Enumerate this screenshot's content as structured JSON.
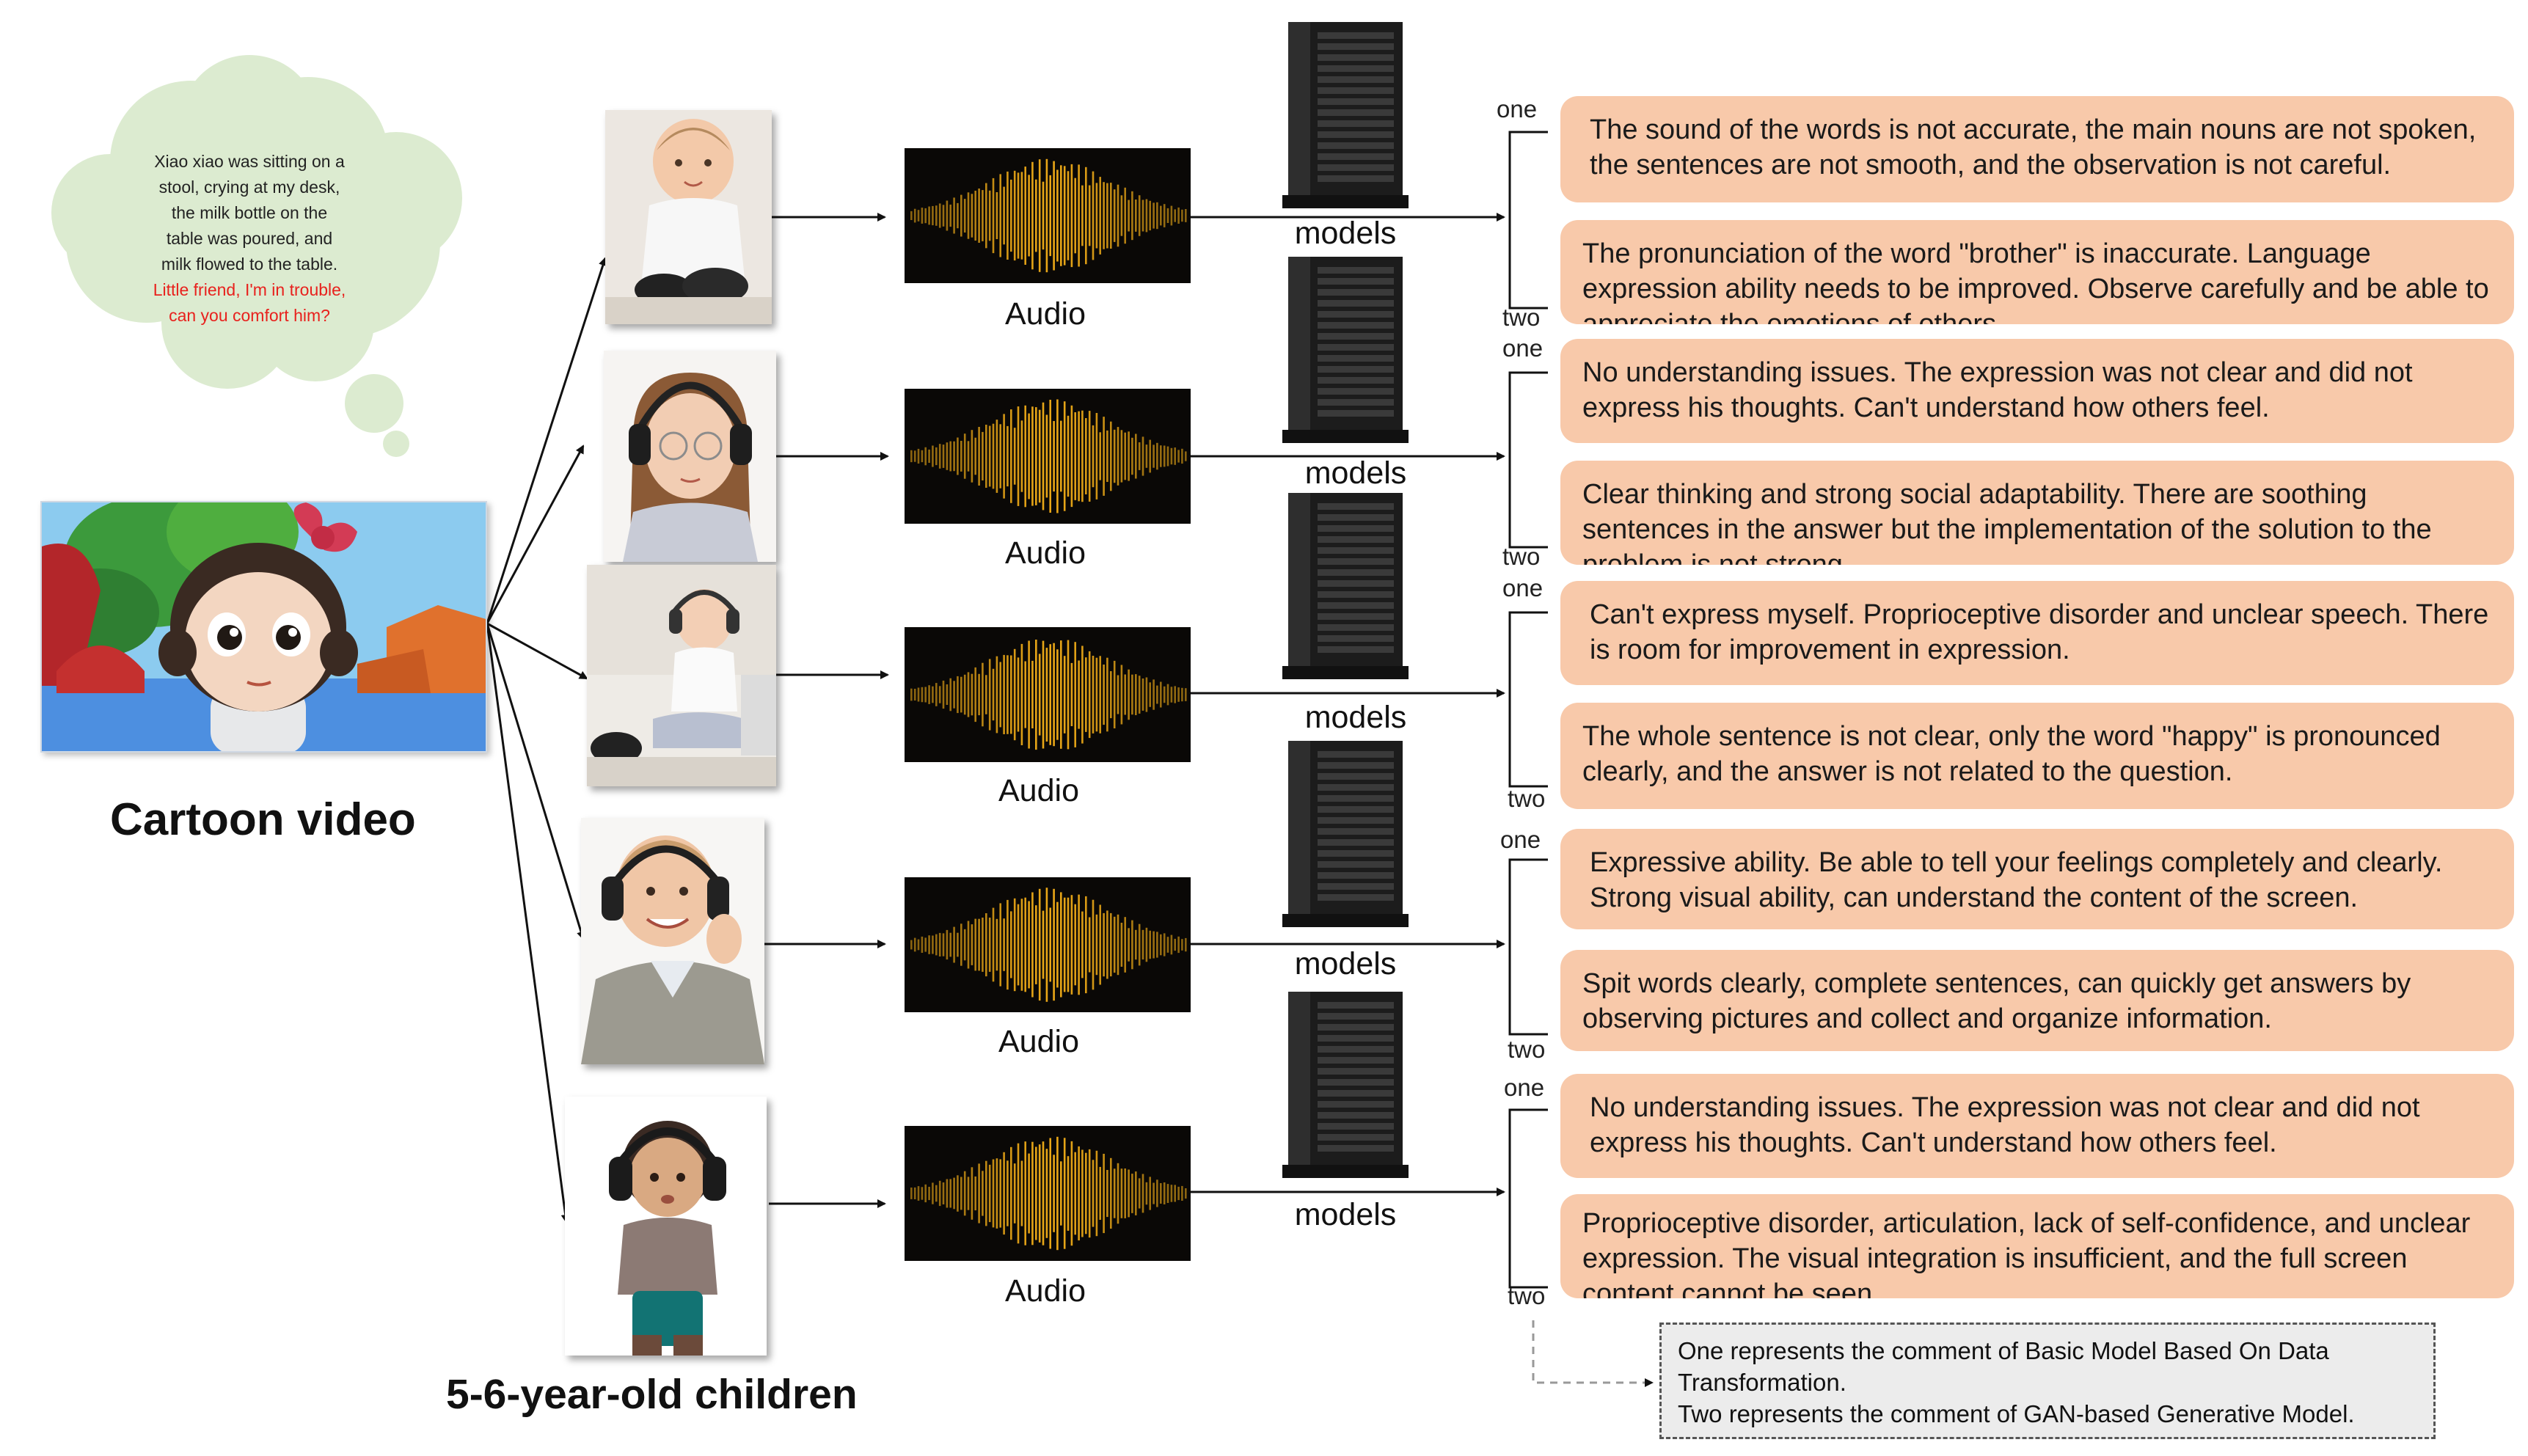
{
  "bubble": {
    "lines": [
      "Xiao xiao was sitting on a",
      "stool, crying at my desk,",
      "the milk bottle on the",
      "table was poured, and",
      "milk flowed to the table."
    ],
    "question_lines": [
      "Little friend, I'm in trouble,",
      "can you comfort him?"
    ]
  },
  "left_label": "Cartoon video",
  "children_label": "5-6-year-old children",
  "rows": [
    {
      "audio_label": "Audio",
      "model_label": "models",
      "tag_one": "one",
      "tag_two": "two",
      "comment_one": "The sound of the words is not accurate, the main nouns are not spoken, the sentences are not smooth, and the observation is not careful.",
      "comment_two": "The pronunciation of the word \"brother\" is inaccurate. Language expression ability needs to be improved. Observe carefully and be able to appreciate the emotions of others."
    },
    {
      "audio_label": "Audio",
      "model_label": "models",
      "tag_one": "one",
      "tag_two": "two",
      "comment_one": "No understanding issues. The expression was not clear and did not express his thoughts. Can't understand how others feel.",
      "comment_two": "Clear thinking and strong social adaptability. There are soothing sentences in the answer but the implementation of the solution to the problem is not strong."
    },
    {
      "audio_label": "Audio",
      "model_label": "models",
      "tag_one": "one",
      "tag_two": "two",
      "comment_one": "Can't express myself. Proprioceptive disorder and unclear speech. There is room for improvement in expression.",
      "comment_two": "The whole sentence is not clear, only the word \"happy\" is pronounced clearly, and the answer is not related to the question."
    },
    {
      "audio_label": "Audio",
      "model_label": "models",
      "tag_one": "one",
      "tag_two": "two",
      "comment_one": "Expressive ability. Be able to tell your feelings completely and clearly. Strong visual ability, can understand the content of the screen.",
      "comment_two": "Spit words clearly, complete sentences, can quickly get answers by observing pictures and collect and organize information."
    },
    {
      "audio_label": "Audio",
      "model_label": "models",
      "tag_one": "one",
      "tag_two": "two",
      "comment_one": "No understanding issues. The expression was not clear and did not express his thoughts. Can't understand how others feel.",
      "comment_two": "Proprioceptive disorder, articulation, lack of self-confidence, and unclear expression. The visual integration is insufficient, and the full screen content cannot be seen."
    }
  ],
  "legend": {
    "line1": "One represents the comment of Basic Model Based On Data Transformation.",
    "line2": "Two represents  the comment of GAN-based Generative Model."
  },
  "colors": {
    "comment_fill": "#f8c9aa",
    "bubble_fill": "#dcebd0",
    "question_text": "#e8211d",
    "waveform": "#e8a617"
  }
}
